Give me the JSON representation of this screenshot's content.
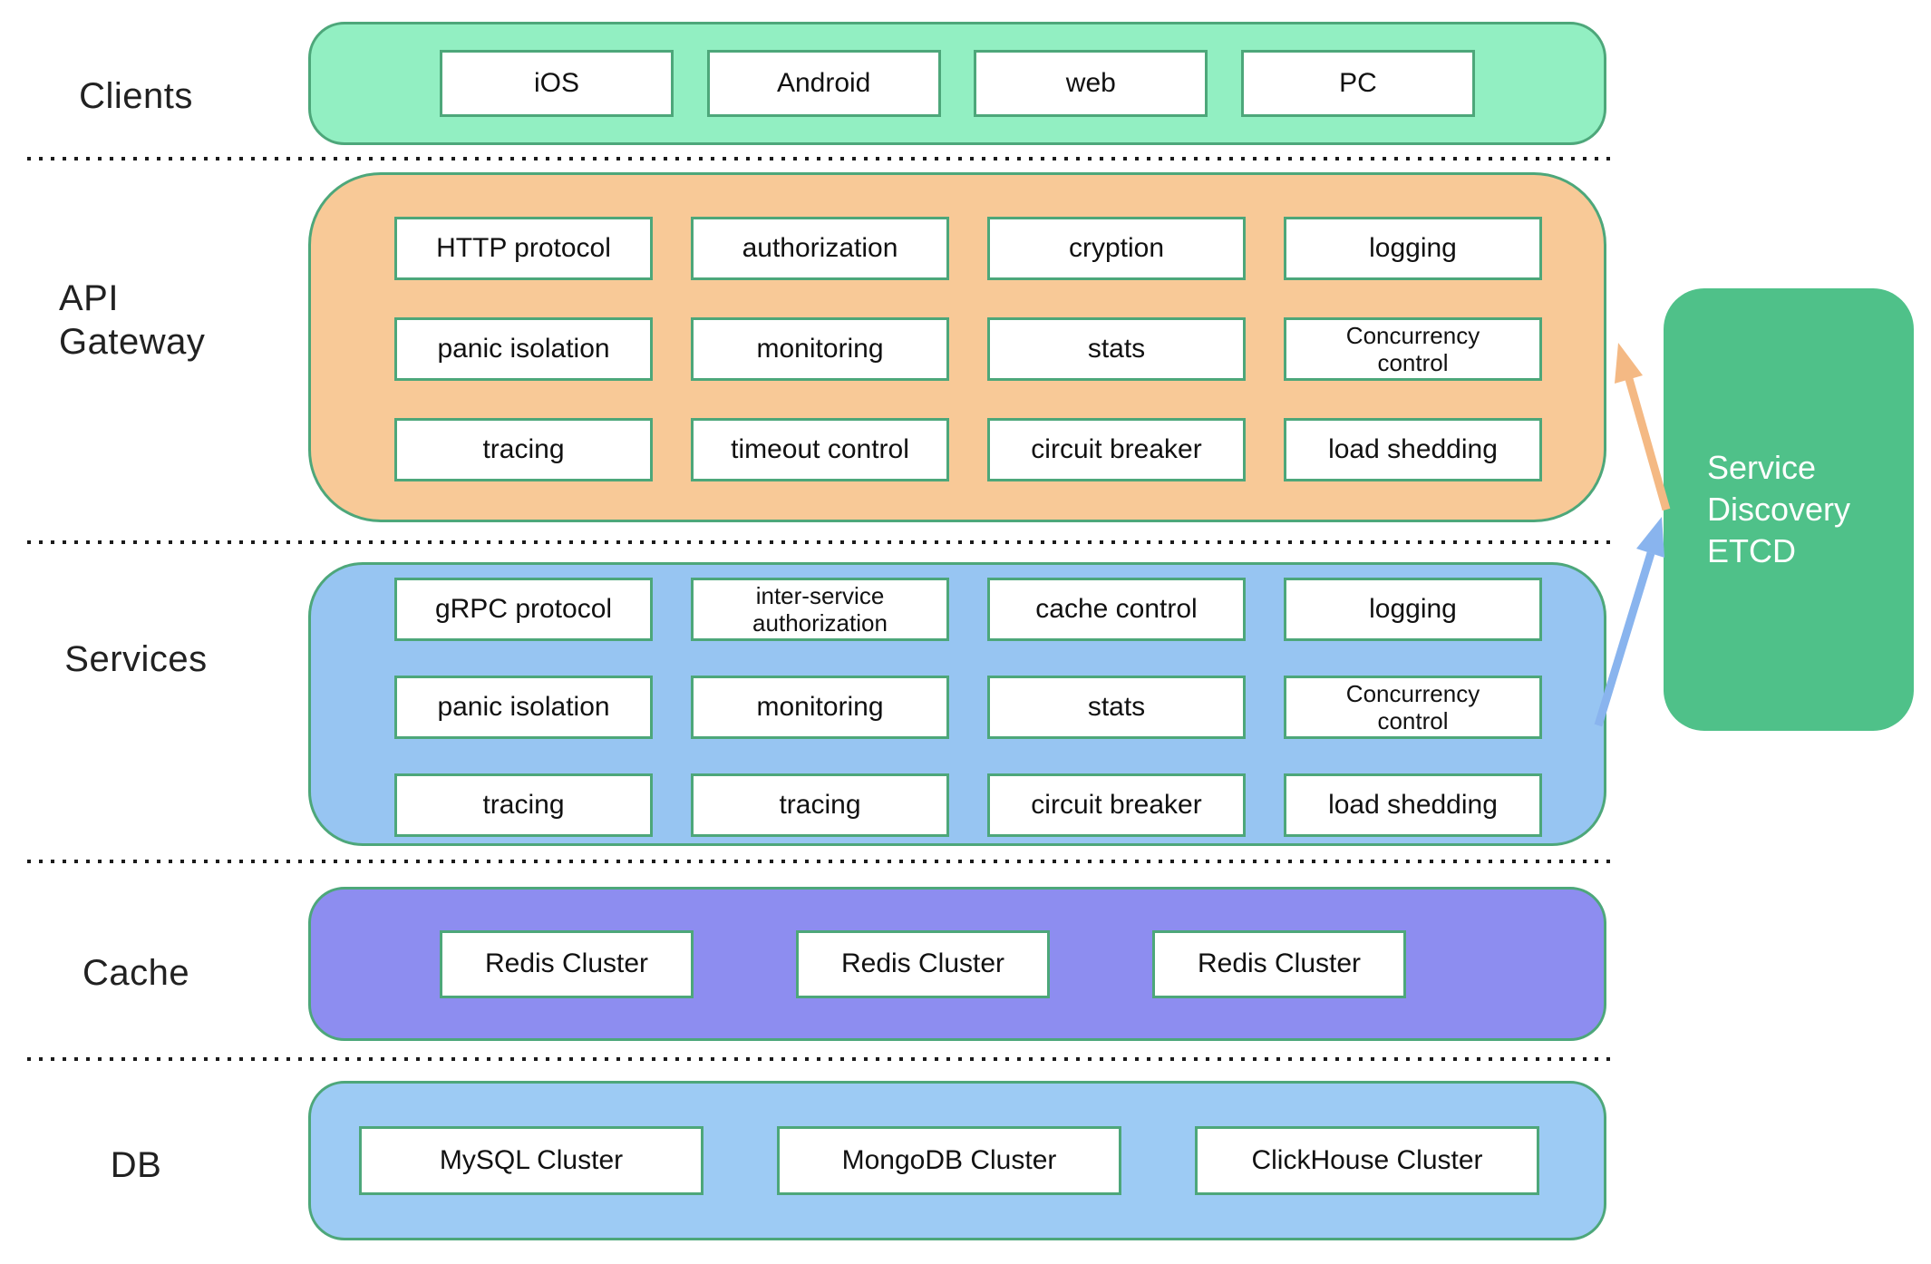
{
  "labels": {
    "clients": "Clients",
    "gateway_line1": "API",
    "gateway_line2": "Gateway",
    "services": "Services",
    "cache": "Cache",
    "db": "DB"
  },
  "clients": {
    "items": [
      "iOS",
      "Android",
      "web",
      "PC"
    ]
  },
  "gateway": {
    "rows": [
      [
        "HTTP protocol",
        "authorization",
        "cryption",
        "logging"
      ],
      [
        "panic isolation",
        "monitoring",
        "stats",
        "Concurrency control"
      ],
      [
        "tracing",
        "timeout control",
        "circuit breaker",
        "load shedding"
      ]
    ]
  },
  "services": {
    "rows": [
      [
        "gRPC protocol",
        "inter-service authorization",
        "cache control",
        "logging"
      ],
      [
        "panic isolation",
        "monitoring",
        "stats",
        "Concurrency control"
      ],
      [
        "tracing",
        "tracing",
        "circuit breaker",
        "load shedding"
      ]
    ]
  },
  "cache": {
    "items": [
      "Redis Cluster",
      "Redis Cluster",
      "Redis Cluster"
    ]
  },
  "db": {
    "items": [
      "MySQL Cluster",
      "MongoDB Cluster",
      "ClickHouse Cluster"
    ]
  },
  "service_discovery": {
    "lines": [
      "Service",
      "Discovery",
      "ETCD"
    ]
  },
  "colors": {
    "clients_band": "#92EFC2",
    "gateway_band": "#F8C997",
    "services_band": "#97C5F2",
    "cache_band": "#8D8DF0",
    "db_band": "#9DCBF4",
    "etcd_box": "#4FC189",
    "box_border_green": "#4DA77A",
    "gateway_arrow": "#F4B984",
    "services_arrow": "#89B4EE",
    "dotted_line": "#1c1c1c"
  }
}
